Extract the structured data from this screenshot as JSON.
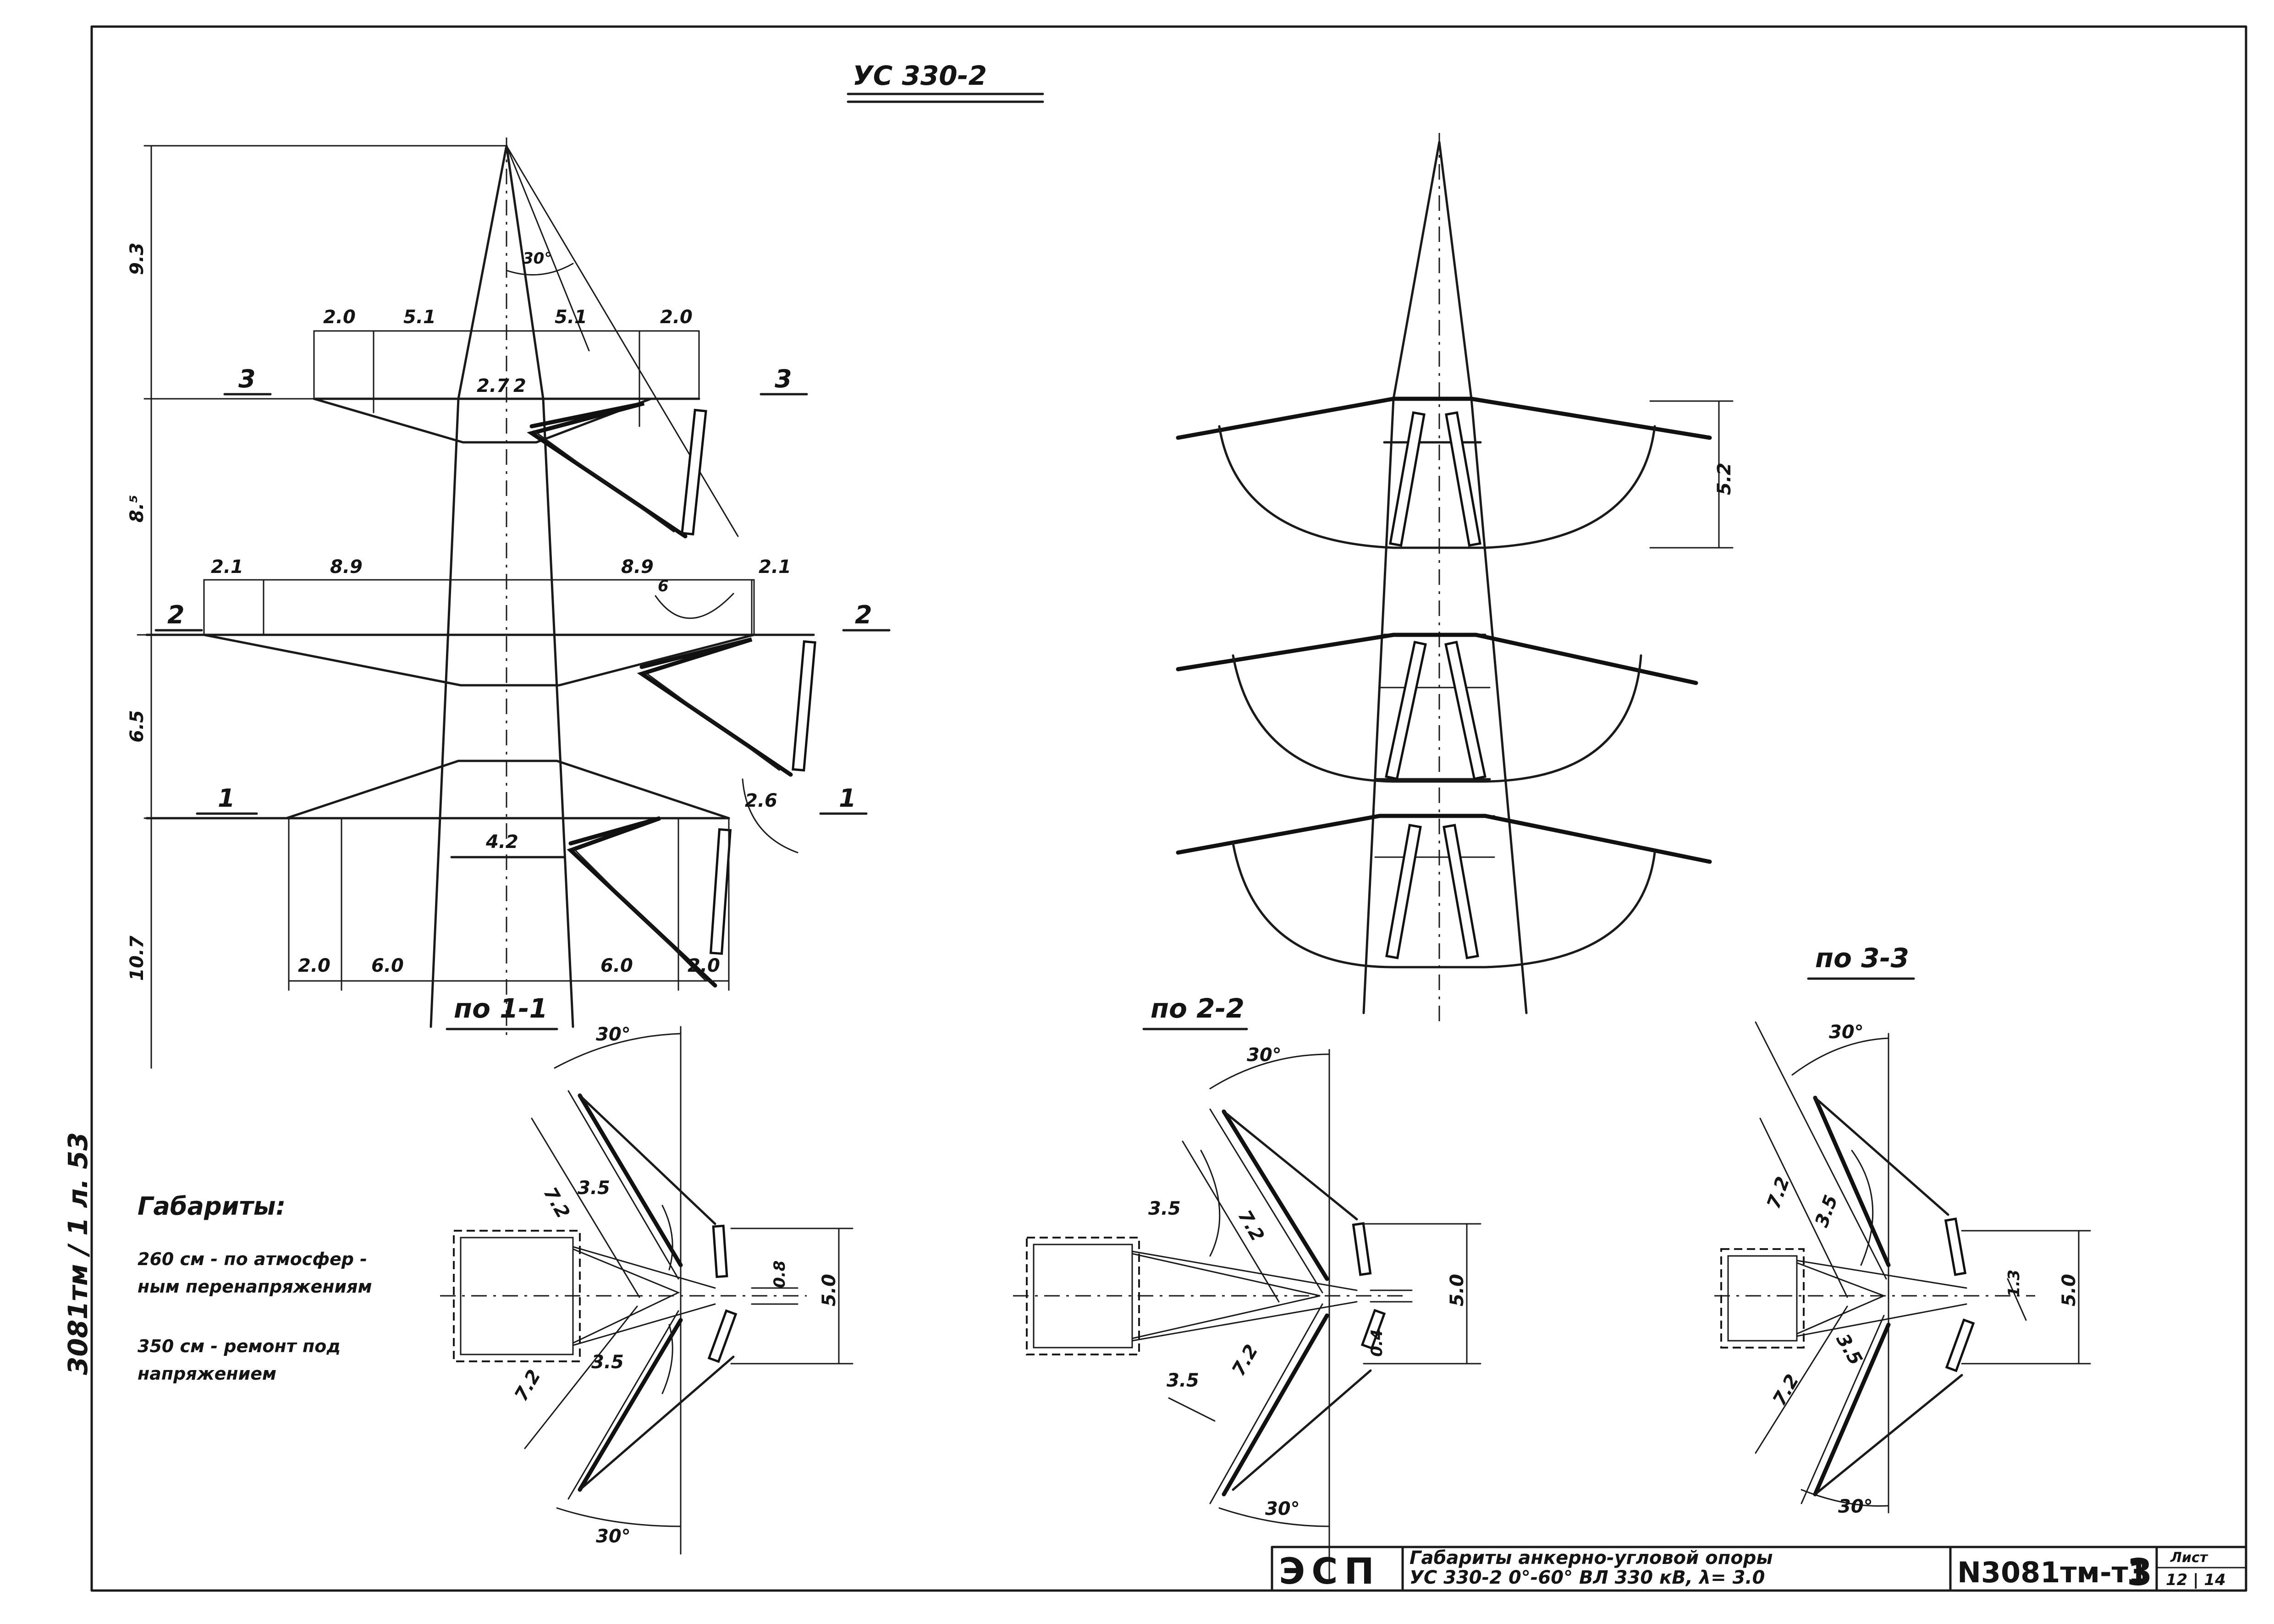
{
  "drawing": {
    "title": "УС 330-2",
    "side_view": {
      "height_labels": [
        "9.3",
        "8.⁵",
        "6.5",
        "10.7"
      ],
      "top_arm": {
        "widths": [
          "2.0",
          "5.1",
          "5.1",
          "2.0"
        ],
        "center": "2.7",
        "center2": "2",
        "section_mark": "3",
        "angle": "30°"
      },
      "mid_arm": {
        "widths": [
          "2.1",
          "8.9",
          "8.9",
          "2.1"
        ],
        "center": "6",
        "section_mark": "2"
      },
      "low_arm": {
        "center": "4.2",
        "section_mark": "1",
        "dim": "2.6"
      },
      "bottom_widths": [
        "2.0",
        "6.0",
        "6.0",
        "2.0"
      ]
    },
    "front_view": {
      "height_label": "5.2"
    },
    "section_views": [
      {
        "title": "по 1-1",
        "angle_top": "30°",
        "angle_bottom": "30°",
        "len_outer": "7.2",
        "len_inner": "3.5",
        "len_outer_b": "7.2",
        "len_inner_b": "3.5",
        "gap": "0.8",
        "width": "5.0"
      },
      {
        "title": "по 2-2",
        "angle_top": "30°",
        "angle_bottom": "30°",
        "len_outer": "7.2",
        "len_inner": "3.5",
        "len_outer_b": "7.2",
        "len_inner_b": "3.5",
        "gap": "0.4",
        "width": "5.0"
      },
      {
        "title": "по 3-3",
        "angle_top": "30°",
        "angle_bottom": "30°",
        "len_outer": "7.2",
        "len_inner": "3.5",
        "len_outer_b": "7.2",
        "len_inner_b": "3.5",
        "gap": "1.3",
        "width": "5.0"
      }
    ],
    "notes": {
      "heading": "Габариты:",
      "line1a": "260 см - по атмосфер -",
      "line1b": "ным перенапряжениям",
      "line2a": "350 см - ремонт под",
      "line2b": "напряжением"
    },
    "margin_note": "3081тм / 1 л. 53"
  },
  "title_block": {
    "org": "ЭСП",
    "caption_line1": "Габариты анкерно-угловой опоры",
    "caption_line2": "УС 330-2   0°-60° ВЛ 330 кВ, λ= 3.0",
    "doc_number": "N3081тм-т1",
    "sheet_part": "3",
    "sheet_label": "Лист",
    "sheet_numbers": "12 | 14"
  }
}
